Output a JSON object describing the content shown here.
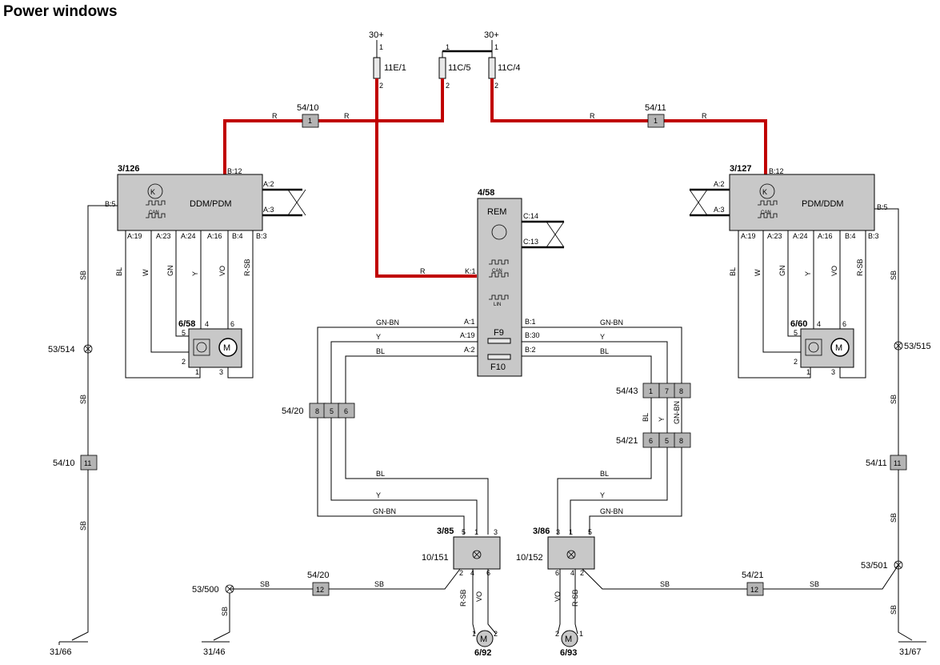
{
  "title": "Power windows",
  "supply": {
    "left": "30+",
    "right": "30+"
  },
  "fuses": {
    "f1": "11E/1",
    "f2": "11C/5",
    "f3": "11C/4",
    "pin1": "1",
    "pin2": "2"
  },
  "wire_colors": {
    "R": "R",
    "SB": "SB",
    "BL": "BL",
    "W": "W",
    "GN": "GN",
    "Y": "Y",
    "VO": "VO",
    "RSB": "R-SB",
    "GNBN": "GN-BN"
  },
  "connectors": {
    "c5410": "54/10",
    "c5411": "54/11",
    "c5420": "54/20",
    "c5421": "54/21",
    "c5443": "54/43",
    "pin1": "1",
    "pin11": "11",
    "pin12": "12",
    "p5": "5",
    "p6": "6",
    "p7": "7",
    "p8": "8"
  },
  "ddm_left": {
    "id": "3/126",
    "label": "DDM/PDM",
    "can": "CAN",
    "pins": {
      "b12": "B:12",
      "b5": "B:5",
      "a2": "A:2",
      "a3": "A:3",
      "a19": "A:19",
      "a23": "A:23",
      "a24": "A:24",
      "a16": "A:16",
      "b4": "B:4",
      "b3": "B:3"
    }
  },
  "pdm_right": {
    "id": "3/127",
    "label": "PDM/DDM",
    "can": "CAN",
    "pins": {
      "b12": "B:12",
      "b5": "B:5",
      "a2": "A:2",
      "a3": "A:3",
      "a19": "A:19",
      "a23": "A:23",
      "a24": "A:24",
      "a16": "A:16",
      "b4": "B:4",
      "b3": "B:3"
    }
  },
  "rem": {
    "id": "4/58",
    "label": "REM",
    "can": "CAN",
    "lin": "LIN",
    "f9": "F9",
    "f10": "F10",
    "pins": {
      "c14": "C:14",
      "c13": "C:13",
      "k1": "K:1",
      "a1": "A:1",
      "a19": "A:19",
      "a2": "A:2",
      "b1": "B:1",
      "b30": "B:30",
      "b2": "B:2"
    }
  },
  "motors": {
    "m658": "6/58",
    "m660": "6/60",
    "m692": "6/92",
    "m693": "6/93",
    "glyph": "M"
  },
  "switches": {
    "s385": "3/85",
    "s386": "3/86",
    "l151": "10/151",
    "l152": "10/152"
  },
  "grounds": {
    "g53514": "53/514",
    "g53515": "53/515",
    "g53500": "53/500",
    "g53501": "53/501",
    "g3166": "31/66",
    "g3146": "31/46",
    "g3167": "31/67"
  },
  "pins": {
    "p1": "1",
    "p2": "2",
    "p3": "3",
    "p4": "4",
    "p5": "5",
    "p6": "6"
  }
}
